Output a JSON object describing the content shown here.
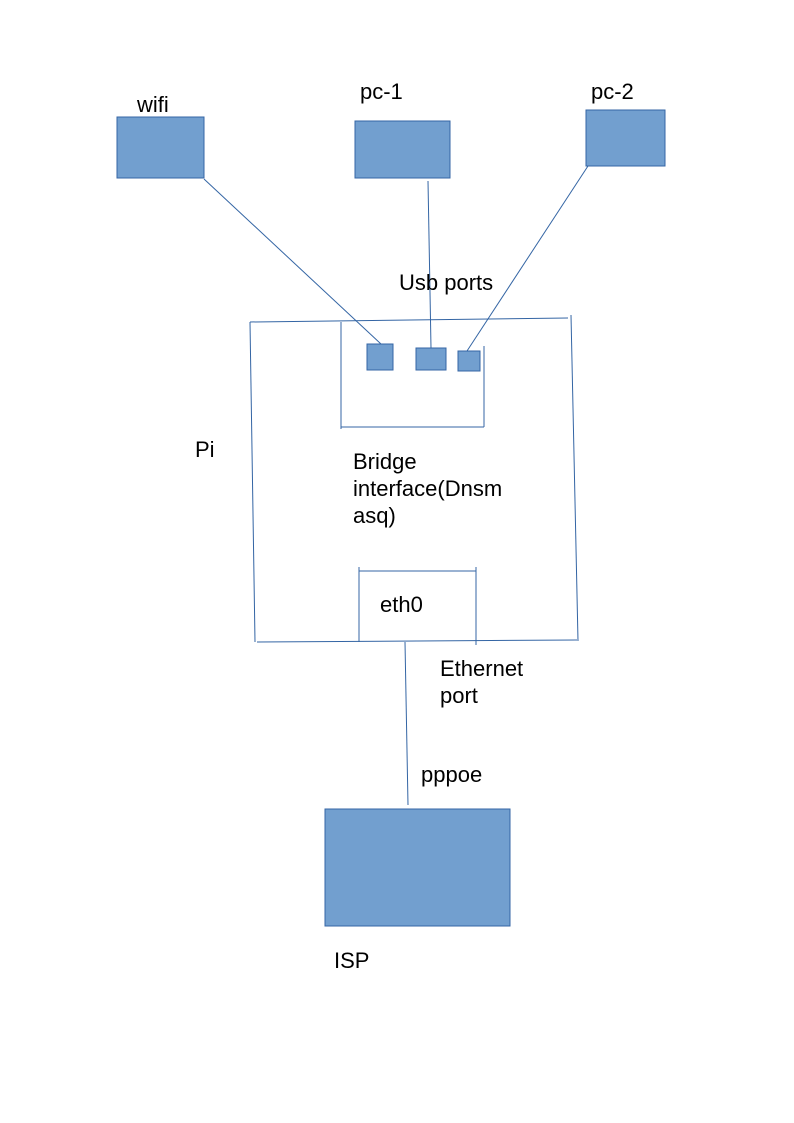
{
  "colors": {
    "box_fill": "#729fcf",
    "line": "#3465a4",
    "text": "#000000"
  },
  "devices": {
    "wifi": "wifi",
    "pc1": "pc-1",
    "pc2": "pc-2",
    "isp": "ISP"
  },
  "pi": {
    "label": "Pi",
    "usb_ports_label": "Usb ports",
    "bridge_line1": "Bridge",
    "bridge_line2": "interface(Dnsm",
    "bridge_line3": "asq)",
    "eth0_label": "eth0",
    "ethernet_line1": "Ethernet",
    "ethernet_line2": "port"
  },
  "link_labels": {
    "pppoe": "pppoe"
  }
}
